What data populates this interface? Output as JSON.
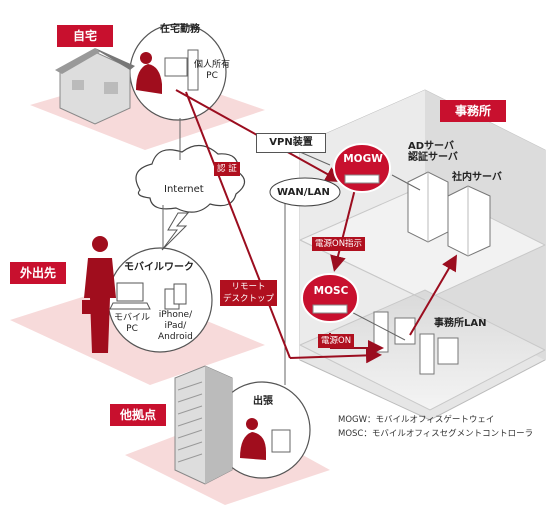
{
  "zones": {
    "home": "自宅",
    "outside": "外出先",
    "branch": "他拠点",
    "office": "事務所"
  },
  "nodes": {
    "home_work": "在宅勤務",
    "personal_pc": "個人所有\nPC",
    "internet": "Internet",
    "vpn": "VPN装置",
    "wan_lan": "WAN/LAN",
    "mogw": "MOGW",
    "mosc": "MOSC",
    "ad_server": "ADサーバ\n認証サーバ",
    "internal_server": "社内サーバ",
    "office_lan": "事務所LAN",
    "mobile_work": "モバイルワーク",
    "mobile_pc": "モバイル\nPC",
    "mobile_devices": "iPhone/\niPad/\nAndroid",
    "business_trip": "出張"
  },
  "flows": {
    "auth": "認 証",
    "power_on_cmd": "電源ON指示",
    "power_on": "電源ON",
    "remote_desktop": "リモート\nデスクトップ"
  },
  "legend": {
    "mogw": "MOGW：モバイルオフィスゲートウェイ",
    "mosc": "MOSC：モバイルオフィスセグメントコントローラ"
  },
  "colors": {
    "accent": "#c8102e",
    "floor": "#e8e8e8",
    "pink": "#f7dada"
  }
}
